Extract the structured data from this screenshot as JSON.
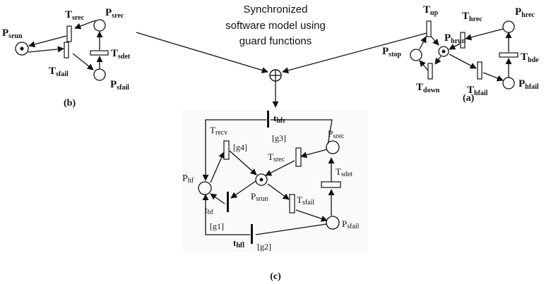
{
  "caption": {
    "line1": "Synchronized",
    "line2": "software model using",
    "line3": "guard functions"
  },
  "panel_b": {
    "label": "(b)",
    "places": {
      "run": [
        "P",
        "srun"
      ],
      "rec": [
        "P",
        "srec"
      ],
      "fail": [
        "P",
        "sfail"
      ]
    },
    "transitions": {
      "rec": [
        "T",
        "srec"
      ],
      "fail": [
        "T",
        "sfail"
      ],
      "det": [
        "T",
        "sdet"
      ]
    }
  },
  "panel_a": {
    "label": "(a)",
    "places": {
      "stop": [
        "P",
        "stop"
      ],
      "run": [
        "P",
        "hrun"
      ],
      "rec": [
        "P",
        "hrec"
      ],
      "fail": [
        "P",
        "hfail"
      ]
    },
    "transitions": {
      "up": [
        "T",
        "up"
      ],
      "down": [
        "T",
        "down"
      ],
      "rec": [
        "T",
        "hrec"
      ],
      "fail": [
        "T",
        "hfail"
      ],
      "det": [
        "T",
        "hde"
      ]
    }
  },
  "panel_c": {
    "label": "(c)",
    "places": {
      "hf": [
        "P",
        "hf"
      ],
      "srun": [
        "P",
        "srun"
      ],
      "srec": [
        "P",
        "srec"
      ],
      "sfail": [
        "P",
        "sfail"
      ]
    },
    "transitions": {
      "thfr": [
        "t",
        "hfr"
      ],
      "trecv": [
        "T",
        "recv"
      ],
      "tsrec": [
        "T",
        "srec"
      ],
      "tsdet": [
        "T",
        "sdet"
      ],
      "tsfail": [
        "T",
        "sfail"
      ],
      "thf": [
        "t",
        "hf"
      ],
      "thfl": [
        "t",
        "hfl"
      ]
    },
    "guards": {
      "g1": "[g1]",
      "g2": "[g2]",
      "g3": "[g3]",
      "g4": "[g4]"
    }
  }
}
